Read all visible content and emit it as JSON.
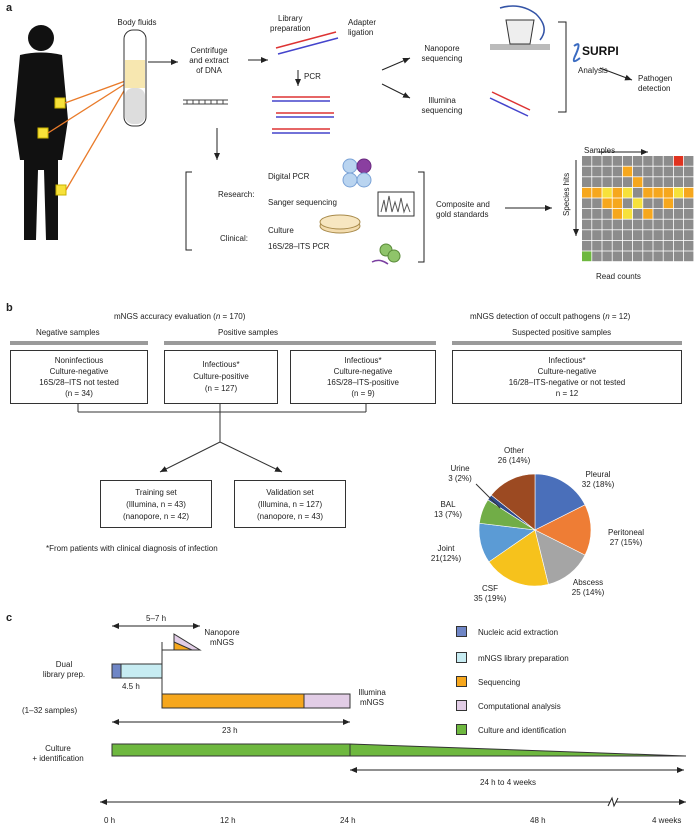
{
  "panel_a": {
    "label": "a",
    "body_fluids": "Body fluids",
    "centrifuge": [
      "Centrifuge",
      "and extract",
      "of DNA"
    ],
    "library_prep": [
      "Library",
      "preparation"
    ],
    "adapter_ligation": [
      "Adapter",
      "ligation"
    ],
    "pcr": "PCR",
    "nanopore_seq": [
      "Nanopore",
      "sequencing"
    ],
    "illumina_seq": [
      "Illumina",
      "sequencing"
    ],
    "surpi": "SURPI",
    "analysis": "Analysis",
    "pathogen_detection": [
      "Pathogen",
      "detection"
    ],
    "research": "Research:",
    "clinical": "Clinical:",
    "digital_pcr": "Digital PCR",
    "sanger": "Sanger sequencing",
    "culture": "Culture",
    "its_pcr": "16S/28–ITS PCR",
    "composite": [
      "Composite and",
      "gold standards"
    ],
    "samples": "Samples",
    "species_hits": "Species hits",
    "read_counts": "Read counts"
  },
  "panel_b": {
    "label": "b",
    "accuracy_title_pre": "mNGS accuracy evaluation (",
    "accuracy_n": "n",
    "accuracy_title_post": " = 170)",
    "occult_title_pre": "mNGS detection of occult pathogens (",
    "occult_n": "n",
    "occult_title_post": " = 12)",
    "negative_samples": "Negative samples",
    "positive_samples": "Positive samples",
    "suspected_positive": "Suspected positive samples",
    "box_noninfectious": [
      "Noninfectious",
      "Culture-negative",
      "16S/28–ITS not tested",
      "(n = 34)"
    ],
    "box_infectious_pos": [
      "Infectious*",
      "Culture-positive",
      "(n = 127)"
    ],
    "box_infectious_neg": [
      "Infectious*",
      "Culture-negative",
      "16S/28–ITS-positive",
      "(n = 9)"
    ],
    "box_occult": [
      "Infectious*",
      "Culture-negative",
      "16/28–ITS-negative or not tested",
      "n = 12"
    ],
    "training": [
      "Training set",
      "(Illumina, n = 43)",
      "(nanopore, n = 42)"
    ],
    "validation": [
      "Validation set",
      "(Illumina, n = 127)",
      "(nanopore, n = 43)"
    ],
    "footnote": "*From patients with clinical diagnosis of infection"
  },
  "pie": {
    "slices": [
      {
        "label": "Pleural",
        "value_text": "32 (18%)",
        "value": 32,
        "color": "#4a6fba"
      },
      {
        "label": "Peritoneal",
        "value_text": "27 (15%)",
        "value": 27,
        "color": "#ee7d35"
      },
      {
        "label": "Abscess",
        "value_text": "25 (14%)",
        "value": 25,
        "color": "#a5a5a5"
      },
      {
        "label": "CSF",
        "value_text": "35 (19%)",
        "value": 35,
        "color": "#f6c21c"
      },
      {
        "label": "Joint",
        "value_text": "21(12%)",
        "value": 21,
        "color": "#5b9bd5"
      },
      {
        "label": "BAL",
        "value_text": "13 (7%)",
        "value": 13,
        "color": "#71ad47"
      },
      {
        "label": "Urine",
        "value_text": "3 (2%)",
        "value": 3,
        "color": "#2e4a8a"
      },
      {
        "label": "Other",
        "value_text": "26 (14%)",
        "value": 26,
        "color": "#9c4a22"
      }
    ]
  },
  "panel_c": {
    "label": "c",
    "five_seven": "5–7 h",
    "nanopore_mngs": [
      "Nanopore",
      "mNGS"
    ],
    "dual_lib": [
      "Dual",
      "library prep."
    ],
    "four_five": "4.5 h",
    "samples_range": "(1–32 samples)",
    "illumina_mngs": [
      "Illumina",
      "mNGS"
    ],
    "twentythree": "23 h",
    "culture_id": [
      "Culture",
      "+ identification"
    ],
    "range_24_4": "24 h to 4 weeks",
    "ticks": [
      "0 h",
      "12 h",
      "24 h",
      "48 h",
      "4 weeks"
    ],
    "legend": [
      {
        "label": "Nucleic acid extraction",
        "color": "#6f86c6"
      },
      {
        "label": "mNGS library preparation",
        "color": "#c7ecf2"
      },
      {
        "label": "Sequencing",
        "color": "#f6a71d"
      },
      {
        "label": "Computational analysis",
        "color": "#e2cde6"
      },
      {
        "label": "Culture and identification",
        "color": "#6eb83f"
      }
    ]
  }
}
